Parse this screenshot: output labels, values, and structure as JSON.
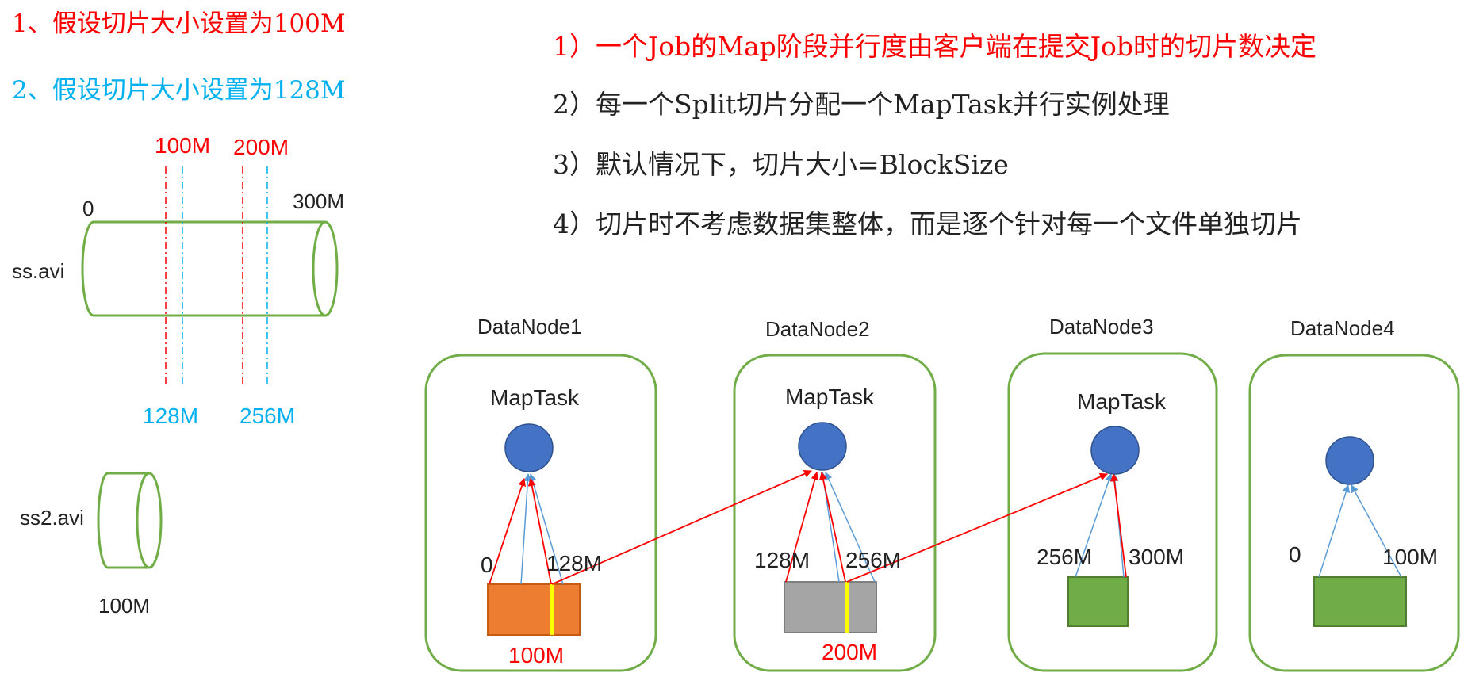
{
  "colors": {
    "red": "#ff0000",
    "blue": "#00b0f0",
    "green_outline": "#70ad47",
    "node_fill": "#4472c4",
    "block1_fill": "#ed7d31",
    "block2_fill": "#a5a5a5",
    "block_green": "#70ad47",
    "divider_yellow": "#ffff00",
    "blue_line": "#5b9bd5",
    "text_dark": "#222222"
  },
  "headings": {
    "setting1": "1、假设切片大小设置为100M",
    "setting2": "2、假设切片大小设置为128M"
  },
  "rules": [
    "1）一个Job的Map阶段并行度由客户端在提交Job时的切片数决定",
    "2）每一个Split切片分配一个MapTask并行实例处理",
    "3）默认情况下，切片大小=BlockSize",
    "4）切片时不考虑数据集整体，而是逐个针对每一个文件单独切片"
  ],
  "file1": {
    "name": "ss.avi",
    "start": "0",
    "end": "300M",
    "red_marks": [
      "100M",
      "200M"
    ],
    "blue_marks": [
      "128M",
      "256M"
    ]
  },
  "file2": {
    "name": "ss2.avi",
    "size": "100M"
  },
  "nodes": [
    {
      "title": "DataNode1",
      "task": "MapTask",
      "left_label": "0",
      "right_label": "128M",
      "bottom_label": "100M"
    },
    {
      "title": "DataNode2",
      "task": "MapTask",
      "left_label": "128M",
      "right_label": "256M",
      "bottom_label": "200M"
    },
    {
      "title": "DataNode3",
      "task": "MapTask",
      "left_label": "256M",
      "right_label": "300M"
    },
    {
      "title": "DataNode4",
      "left_label": "0",
      "right_label": "100M"
    }
  ]
}
